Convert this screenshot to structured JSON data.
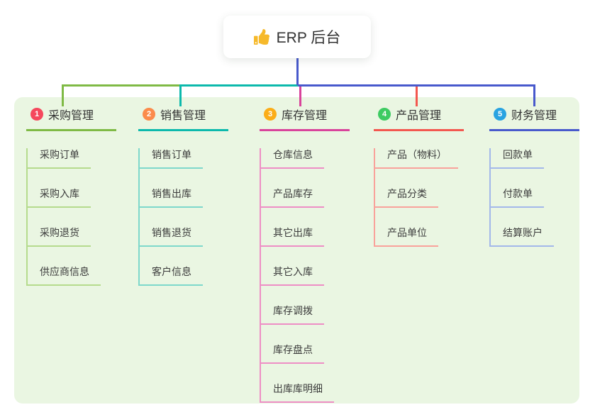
{
  "root": {
    "label": "ERP 后台",
    "icon": "thumbs-up-icon",
    "icon_color": "#f6b92b"
  },
  "colors": {
    "canvas_bg": "#ffffff",
    "panel_bg": "#eaf6e2",
    "root_line": "#4859cc",
    "title_text": "#333333",
    "child_text": "#3c3c3c"
  },
  "branches": [
    {
      "badge": "1",
      "label": "采购管理",
      "badge_color": "#f5485d",
      "line_color": "#7fba45",
      "child_line_color": "#b5db8d",
      "children": [
        "采购订单",
        "采购入库",
        "采购退货",
        "供应商信息"
      ]
    },
    {
      "badge": "2",
      "label": "销售管理",
      "badge_color": "#fb8b4b",
      "line_color": "#0cb9ac",
      "child_line_color": "#7ed8cb",
      "children": [
        "销售订单",
        "销售出库",
        "销售退货",
        "客户信息"
      ]
    },
    {
      "badge": "3",
      "label": "库存管理",
      "badge_color": "#fbad18",
      "line_color": "#d9439b",
      "child_line_color": "#ee8ec5",
      "children": [
        "仓库信息",
        "产品库存",
        "其它出库",
        "其它入库",
        "库存调拨",
        "库存盘点",
        "出库库明细"
      ]
    },
    {
      "badge": "4",
      "label": "产品管理",
      "badge_color": "#3ecb62",
      "line_color": "#f3574f",
      "child_line_color": "#f9a29b",
      "children": [
        "产品（物料）",
        "产品分类",
        "产品单位"
      ]
    },
    {
      "badge": "5",
      "label": "财务管理",
      "badge_color": "#29a3e1",
      "line_color": "#4859cc",
      "child_line_color": "#a3b8ea",
      "children": [
        "回款单",
        "付款单",
        "结算账户"
      ]
    }
  ]
}
